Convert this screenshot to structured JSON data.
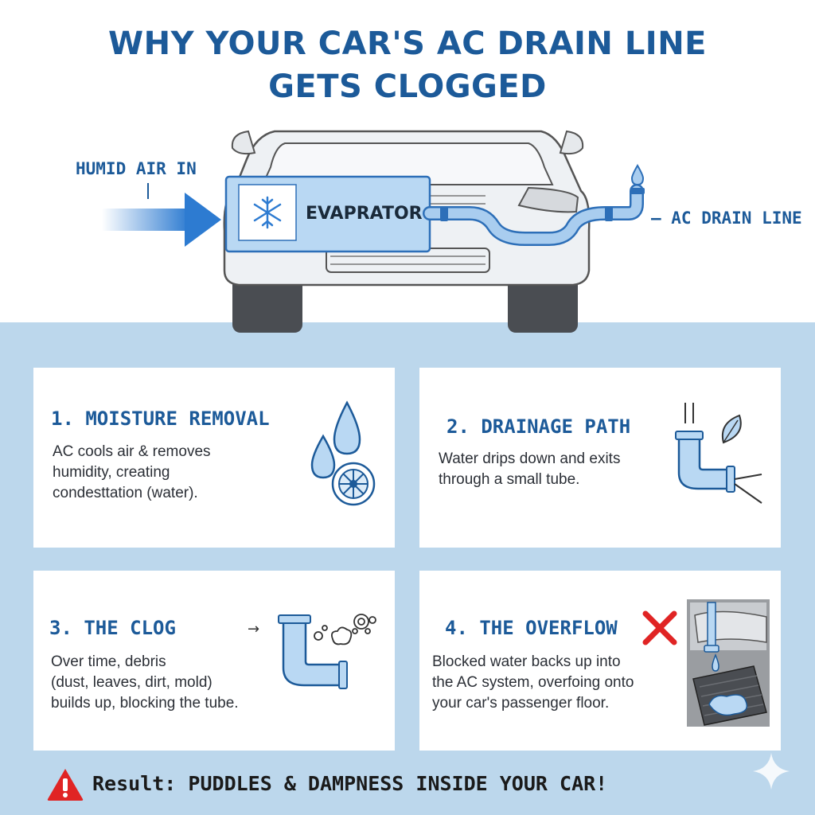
{
  "title": {
    "line1": "WHY YOUR CAR'S AC DRAIN LINE",
    "line2": "GETS CLOGGED"
  },
  "hero": {
    "humid_air_label": "HUMID AIR IN",
    "evaporator_label": "EVAPRATOR",
    "drain_line_label": "— AC DRAIN LINE",
    "colors": {
      "accent": "#1c5a99",
      "pipe": "#a9cdef",
      "car_body": "#eef1f4"
    }
  },
  "cards": [
    {
      "title": "1. MOISTURE REMOVAL",
      "lines": [
        "AC cools air & removes",
        "humidity, creating",
        "condesttation (water)."
      ]
    },
    {
      "title": "2. DRAINAGE PATH",
      "lines": [
        "Water drips down and exits",
        "through a small tube."
      ]
    },
    {
      "title": "3. THE CLOG",
      "arrow": "→",
      "lines": [
        "Over time, debris",
        "(dust, leaves, dirt, mold)",
        "builds up, blocking the tube."
      ]
    },
    {
      "title": "4. THE OVERFLOW",
      "lines": [
        "Blocked water backs up into",
        "the AC system, overfoing onto",
        "your car's passenger floor."
      ]
    }
  ],
  "result": {
    "prefix": "Result:",
    "text": "PUDDLES & DAMPNESS INSIDE YOUR CAR!"
  },
  "icons": [
    "snowflake-icon",
    "water-drop-icon",
    "fan-icon",
    "pipe-icon",
    "leaf-icon",
    "debris-icon",
    "x-mark-icon",
    "warning-icon",
    "sparkle-icon"
  ]
}
